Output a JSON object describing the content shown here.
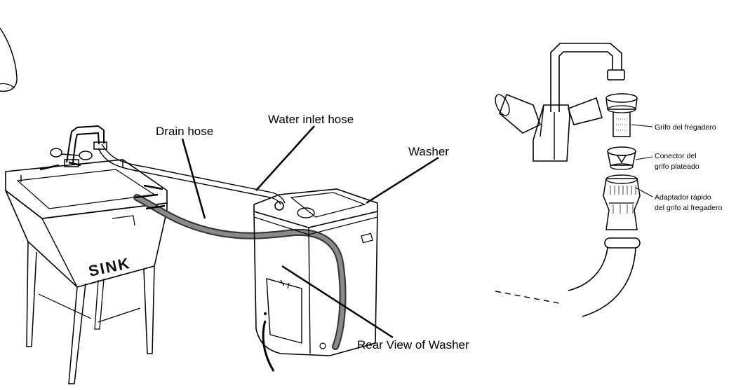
{
  "labels": {
    "drain_hose": "Drain hose",
    "water_inlet_hose": "Water inlet hose",
    "washer": "Washer",
    "rear_view": "Rear View of Washer",
    "sink": "SINK"
  },
  "detail_labels": {
    "faucet": "Grifo del fregadero",
    "connector_line1": "Conector del",
    "connector_line2": "grifo plateado",
    "adapter_line1": "Adaptador rápido",
    "adapter_line2": "del grifo al fregadero"
  },
  "colors": {
    "line": "#000000",
    "hose_fill": "#6e6e6e",
    "background": "#ffffff"
  }
}
